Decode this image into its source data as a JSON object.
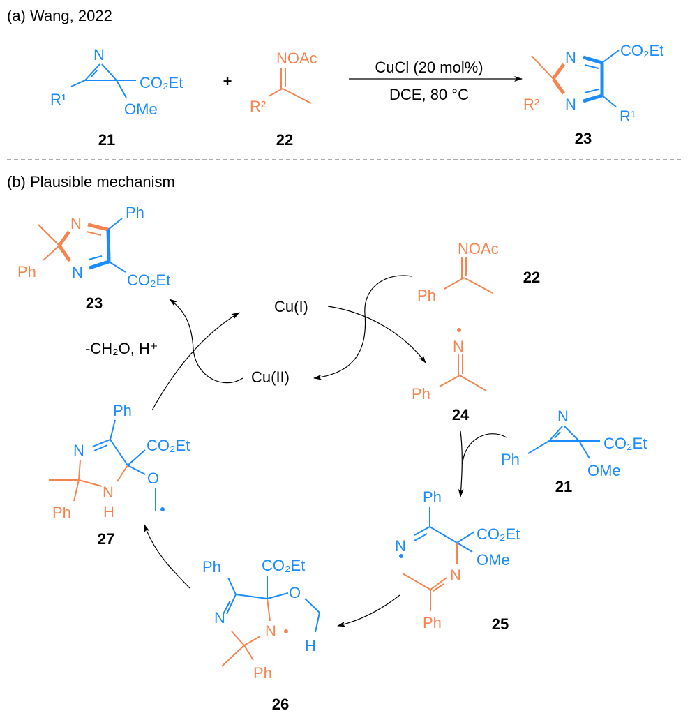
{
  "colors": {
    "reactant_blue": "#1a8cff",
    "reactant_orange": "#f7844e"
  },
  "part_a": {
    "title": "(a) Wang, 2022",
    "plus": "+",
    "conditions": {
      "reagent": "CuCl (20 mol%)",
      "solvent_temp": "DCE, 80 °C"
    },
    "c21": {
      "label": "21",
      "N": "N",
      "R1": "R¹",
      "CO2Et": "CO₂Et",
      "OMe": "OMe"
    },
    "c22": {
      "label": "22",
      "NOAc": "NOAc",
      "R2": "R²"
    },
    "c23": {
      "label": "23",
      "N_top": "N",
      "N_bottom": "N",
      "R2": "R²",
      "R1": "R¹",
      "CO2Et": "CO₂Et"
    }
  },
  "part_b": {
    "title": "(b) Plausible mechanism",
    "cu1": "Cu(I)",
    "cu2": "Cu(II)",
    "byproduct": "-CH₂O, H⁺",
    "c23": {
      "label": "23",
      "N_top": "N",
      "N_bottom": "N",
      "Ph_top": "Ph",
      "Ph_left": "Ph",
      "CO2Et": "CO₂Et"
    },
    "c22": {
      "label": "22",
      "NOAc": "NOAc",
      "Ph": "Ph"
    },
    "c24": {
      "label": "24",
      "N": "N",
      "Ph": "Ph"
    },
    "c21": {
      "label": "21",
      "N": "N",
      "Ph": "Ph",
      "CO2Et": "CO₂Et",
      "OMe": "OMe"
    },
    "c25": {
      "label": "25",
      "Ph_top": "Ph",
      "N_radical": "N",
      "CO2Et": "CO₂Et",
      "OMe": "OMe",
      "N_imine": "N",
      "Ph_bottom": "Ph"
    },
    "c26": {
      "label": "26",
      "Ph_top": "Ph",
      "CO2Et": "CO₂Et",
      "O": "O",
      "H": "H",
      "N_ring": "N",
      "N_radical": "N",
      "Ph_bottom": "Ph"
    },
    "c27": {
      "label": "27",
      "Ph_top": "Ph",
      "N": "N",
      "CO2Et": "CO₂Et",
      "O": "O",
      "NH_N": "N",
      "NH_H": "H",
      "Ph_bottom": "Ph"
    }
  }
}
